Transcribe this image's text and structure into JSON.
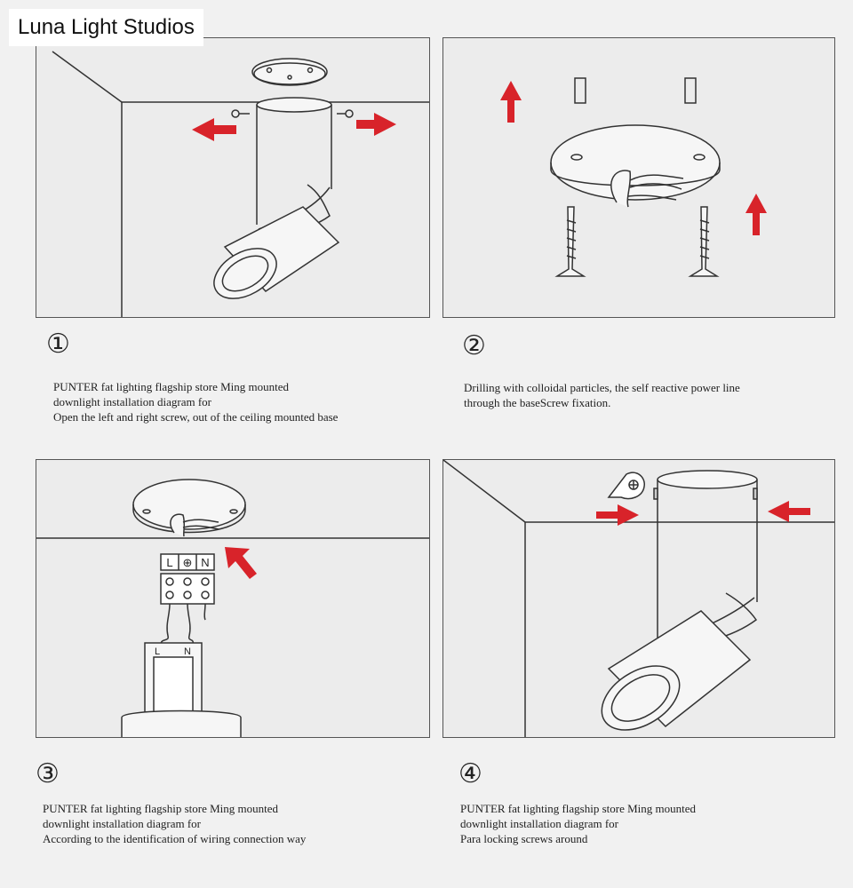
{
  "brand": {
    "name": "Luna Light Studios"
  },
  "colors": {
    "arrow": "#d8232a",
    "line": "#333333",
    "panel_bg": "#ececec"
  },
  "steps": [
    {
      "number": "①",
      "lines": [
        "PUNTER fat lighting flagship store Ming mounted",
        "downlight installation diagram for",
        "Open the left and right screw, out of the ceiling mounted base"
      ]
    },
    {
      "number": "②",
      "lines": [
        "Drilling with colloidal particles, the self reactive power line",
        "through the baseScrew fixation."
      ]
    },
    {
      "number": "③",
      "lines": [
        "PUNTER fat lighting flagship store Ming mounted",
        "downlight installation diagram for",
        "According to the identification of wiring connection way"
      ]
    },
    {
      "number": "④",
      "lines": [
        "PUNTER fat lighting flagship store Ming mounted",
        "downlight installation diagram for",
        "Para locking screws around"
      ]
    }
  ],
  "terminal_labels": {
    "top_l": "L",
    "top_earth": "⊕",
    "top_n": "N",
    "bottom_l": "L",
    "bottom_n": "N"
  }
}
